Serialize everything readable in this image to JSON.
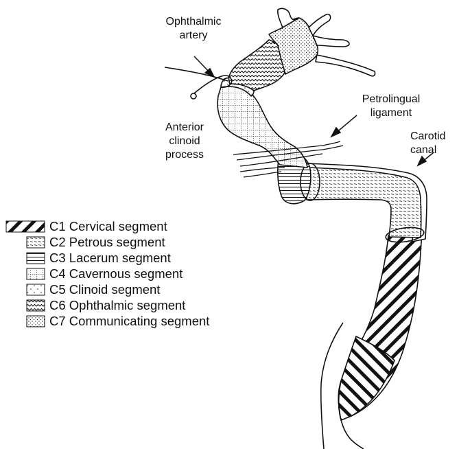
{
  "labels": {
    "ophthalmic_artery": [
      "Ophthalmic",
      "artery"
    ],
    "petrolingual_ligament": [
      "Petrolingual",
      "ligament"
    ],
    "anterior_clinoid_process": [
      "Anterior",
      "clinoid",
      "process"
    ],
    "carotid_canal": [
      "Carotid",
      "canal"
    ]
  },
  "legend": [
    {
      "label": "C1 Cervical segment",
      "pattern": "diag-bold"
    },
    {
      "label": "C2 Petrous segment",
      "pattern": "dense-dash"
    },
    {
      "label": "C3 Lacerum segment",
      "pattern": "horizontal"
    },
    {
      "label": "C4 Cavernous segment",
      "pattern": "grid"
    },
    {
      "label": "C5 Clinoid segment",
      "pattern": "sparse-dots"
    },
    {
      "label": "C6 Ophthalmic segment",
      "pattern": "wave"
    },
    {
      "label": "C7 Communicating segment",
      "pattern": "dots"
    }
  ]
}
